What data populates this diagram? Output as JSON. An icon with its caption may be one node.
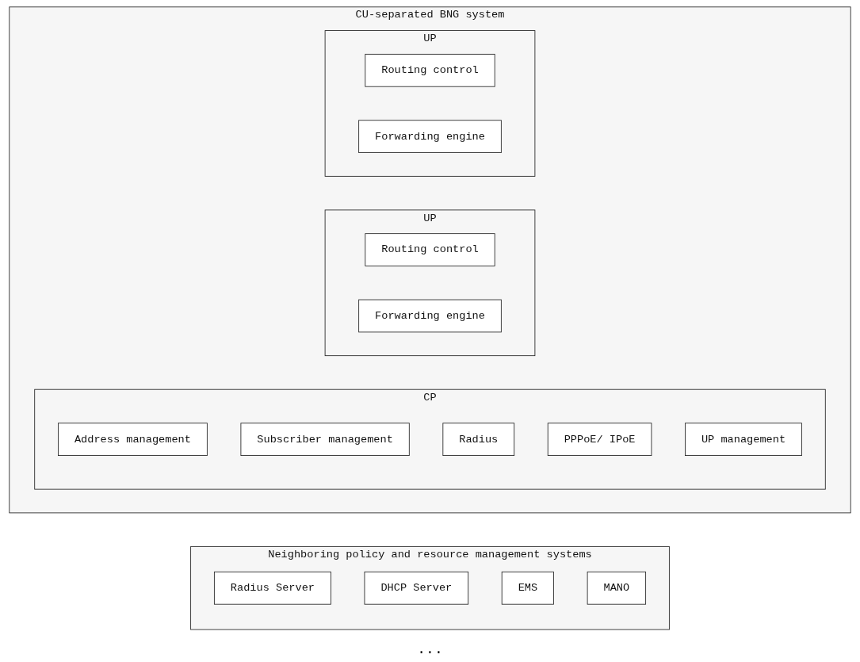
{
  "diagram": {
    "nodes": [
      {
        "text": [
          "Neighboring policy and resource management systems"
        ]
      },
      {
        "text": [
          "Radius Server"
        ],
        "in": 0
      },
      {
        "text": [
          "DHCP Server"
        ],
        "in": 0
      },
      {
        "text": [
          "EMS"
        ],
        "in": 0
      },
      {
        "text": [
          "MANO"
        ],
        "in": 0
      },
      {
        "text": [
          "CU-separated BNG system"
        ]
      },
      {
        "text": [
          "CP"
        ],
        "in": 5
      },
      {
        "text": [
          "Address management"
        ],
        "in": 6
      },
      {
        "text": [
          "Subscriber management"
        ],
        "in": 6
      },
      {
        "text": [
          "Radius"
        ],
        "in": 6
      },
      {
        "text": [
          "PPPoE/ IPoE"
        ],
        "in": 6
      },
      {
        "text": [
          "UP management"
        ],
        "in": 6
      },
      {
        "text": [
          "UP"
        ],
        "in": 5
      },
      {
        "text": [
          "Routing control"
        ],
        "in": 12
      },
      {
        "text": [
          "Forwarding engine"
        ],
        "in": 12
      },
      {
        "text": [
          "UP"
        ],
        "in": 5
      },
      {
        "text": [
          "Routing control"
        ],
        "in": 15
      },
      {
        "text": [
          "Forwarding engine"
        ],
        "in": 15
      }
    ],
    "labels": [
      "..."
    ]
  }
}
